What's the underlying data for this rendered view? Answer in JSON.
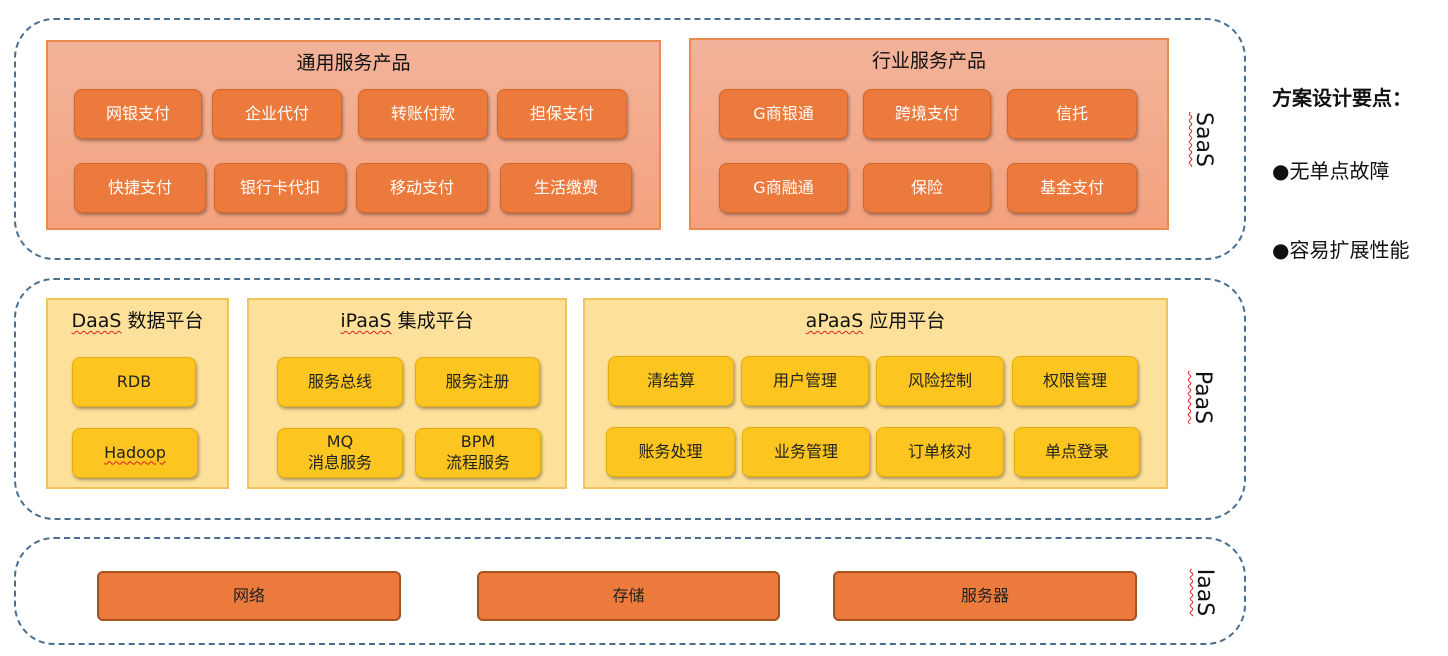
{
  "saas": {
    "label": "SaaS",
    "general": {
      "title": "通用服务产品",
      "items": [
        "网银支付",
        "企业代付",
        "转账付款",
        "担保支付",
        "快捷支付",
        "银行卡代扣",
        "移动支付",
        "生活缴费"
      ]
    },
    "industry": {
      "title": "行业服务产品",
      "items": [
        "G商银通",
        "跨境支付",
        "信托",
        "G商融通",
        "保险",
        "基金支付"
      ]
    }
  },
  "paas": {
    "label": "PaaS",
    "daas": {
      "title_prefix": "DaaS",
      "title_suffix": " 数据平台",
      "items": [
        "RDB",
        "Hadoop"
      ]
    },
    "ipaas": {
      "title_prefix": "iPaaS",
      "title_suffix": " 集成平台",
      "items": [
        "服务总线",
        "服务注册",
        "MQ\n消息服务",
        "BPM\n流程服务"
      ]
    },
    "apaas": {
      "title_prefix": "aPaaS",
      "title_suffix": " 应用平台",
      "items": [
        "清结算",
        "用户管理",
        "风险控制",
        "权限管理",
        "账务处理",
        "业务管理",
        "订单核对",
        "单点登录"
      ]
    }
  },
  "iaas": {
    "label": "IaaS",
    "items": [
      "网络",
      "存储",
      "服务器"
    ]
  },
  "notes": {
    "title": "方案设计要点：",
    "points": [
      "●无单点故障",
      "●容易扩展性能"
    ]
  },
  "colors": {
    "saas_box": "#ec7a3c",
    "paas_box": "#fcc51f",
    "tier_border": "#4a6e8f"
  }
}
